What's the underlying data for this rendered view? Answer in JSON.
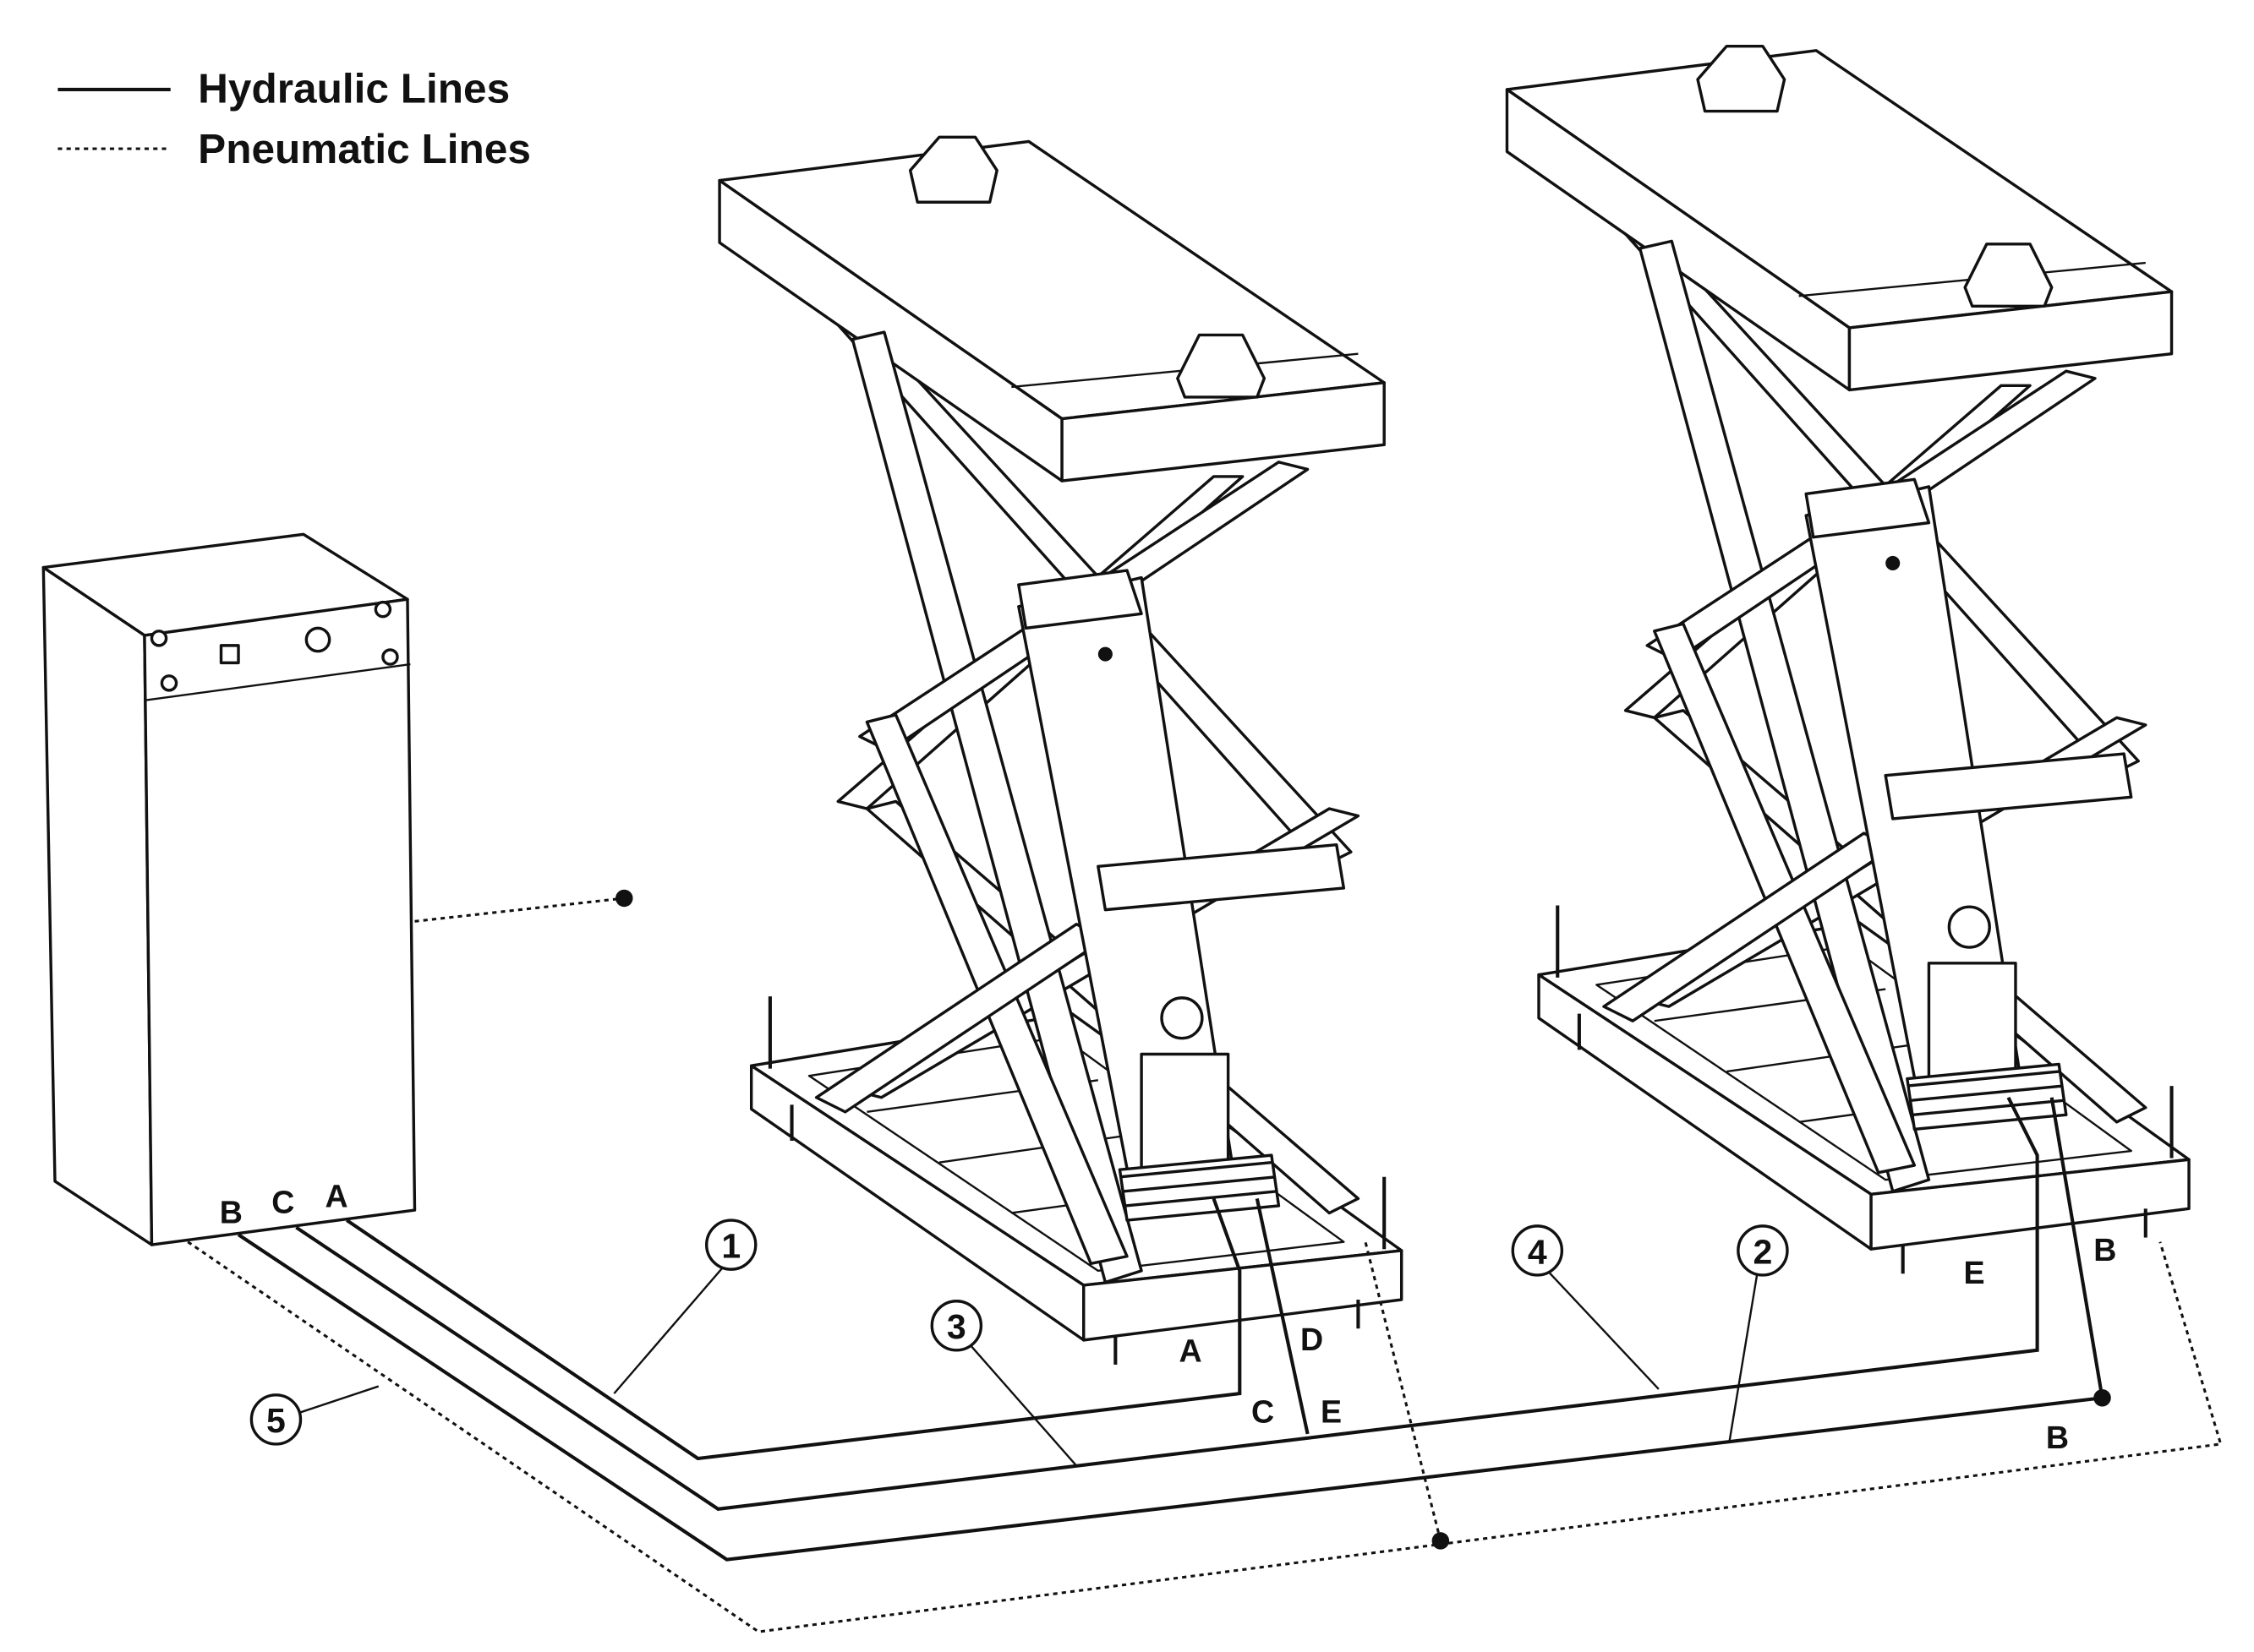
{
  "legend": {
    "hydraulic_label": "Hydraulic Lines",
    "pneumatic_label": "Pneumatic Lines"
  },
  "control_unit": {
    "ports": [
      "B",
      "C",
      "A"
    ]
  },
  "callouts": [
    "1",
    "2",
    "3",
    "4",
    "5"
  ],
  "connection_labels": {
    "left_lift_a": "A",
    "left_lift_d": "D",
    "left_lift_c": "C",
    "left_lift_e": "E",
    "right_lift_e": "E",
    "right_lift_b_top": "B",
    "right_lift_b_bottom": "B"
  }
}
